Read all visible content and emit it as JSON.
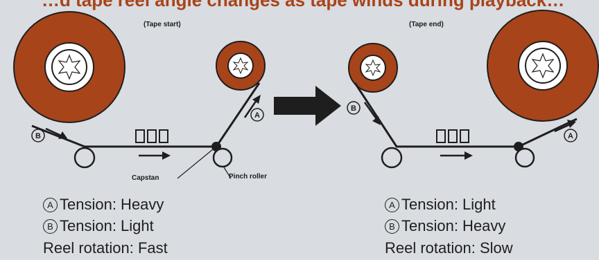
{
  "header_text": "…d tape reel angle changes as tape winds during playback…",
  "left_panel": {
    "position_label": "(Tape start)",
    "capstan_label": "Capstan",
    "pinch_roller_label": "Pinch roller",
    "marker_a": "A",
    "marker_b": "B",
    "captions": [
      {
        "marker": "A",
        "text": "Tension: Heavy"
      },
      {
        "marker": "B",
        "text": "Tension: Light"
      },
      {
        "marker": "",
        "text": "Reel rotation: Fast"
      }
    ]
  },
  "right_panel": {
    "position_label": "(Tape end)",
    "marker_a": "A",
    "marker_b": "B",
    "captions": [
      {
        "marker": "A",
        "text": "Tension: Light"
      },
      {
        "marker": "B",
        "text": "Tension: Heavy"
      },
      {
        "marker": "",
        "text": "Reel rotation: Slow"
      }
    ]
  },
  "colors": {
    "reel_fill": "#a8441a",
    "hub": "#ffffff",
    "line": "#1e1e1e",
    "background": "#d9dce1"
  },
  "icons": [
    "right-arrow-icon",
    "star-hub-icon"
  ]
}
